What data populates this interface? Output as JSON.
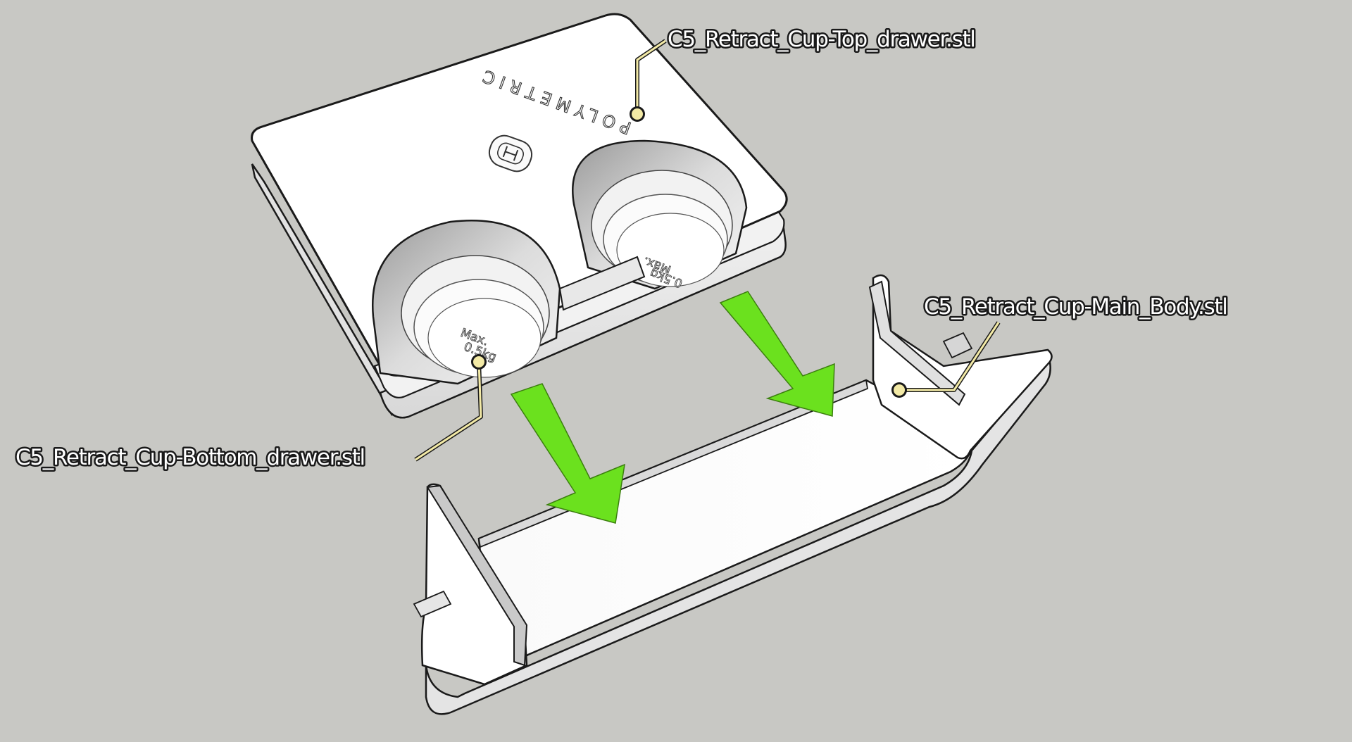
{
  "labels": {
    "top_drawer": "C5_Retract_Cup-Top_drawer.stl",
    "main_body": "C5_Retract_Cup-Main_Body.stl",
    "bottom_drawer": "C5_Retract_Cup-Bottom_drawer.stl"
  },
  "engravings": {
    "brand": "POLYMETRIC",
    "cup_left_line1": "Max.",
    "cup_left_line2": "0.5kg",
    "cup_right_line1": "Max.",
    "cup_right_line2": "0.5kg"
  },
  "colors": {
    "background": "#c8c8c4",
    "arrow": "#6be11e",
    "leader": "#f3eaa6",
    "part": "#ffffff",
    "outline": "#1a1a1a"
  }
}
